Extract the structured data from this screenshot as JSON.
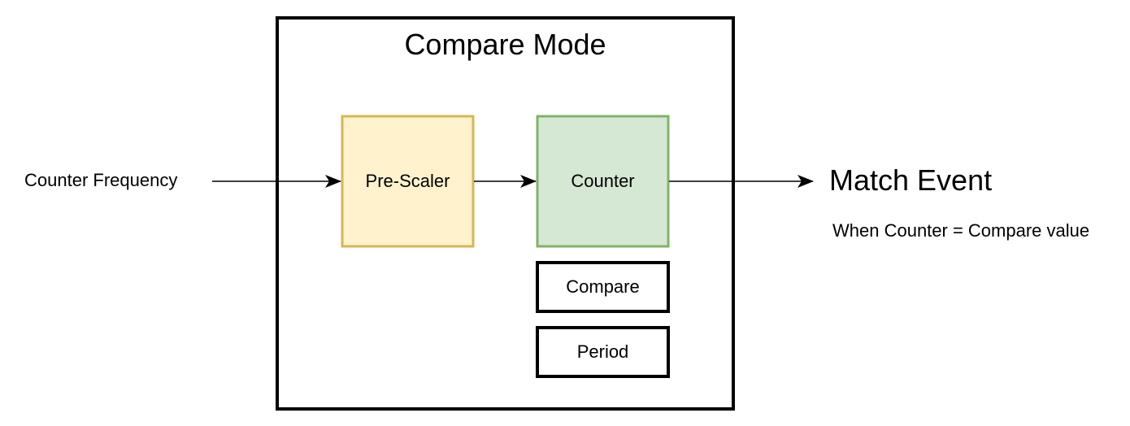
{
  "diagram": {
    "title": "Compare Mode",
    "input_label": "Counter Frequency",
    "blocks": {
      "prescaler": {
        "label": "Pre-Scaler",
        "fill": "#fff2cc",
        "stroke": "#d6b656"
      },
      "counter": {
        "label": "Counter",
        "fill": "#d5e8d4",
        "stroke": "#82b366"
      },
      "compare": {
        "label": "Compare",
        "fill": "#ffffff",
        "stroke": "#000000"
      },
      "period": {
        "label": "Period",
        "fill": "#ffffff",
        "stroke": "#000000"
      }
    },
    "output_label": "Match Event",
    "output_note": "When Counter = Compare value",
    "frame_stroke": "#000000",
    "arrow_color": "#000000"
  }
}
